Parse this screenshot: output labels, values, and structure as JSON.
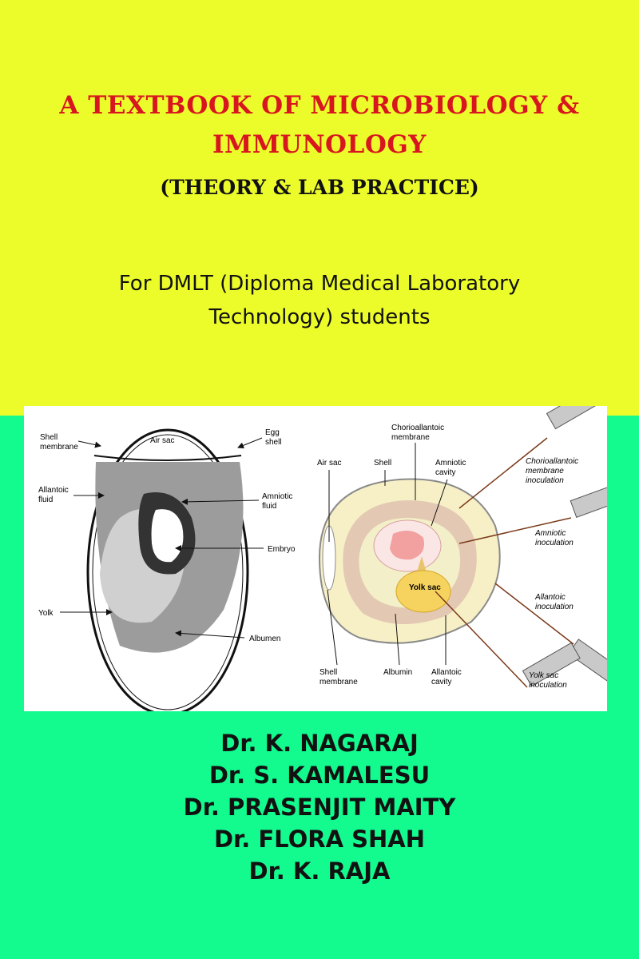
{
  "cover": {
    "title_line1": "A TEXTBOOK OF MICROBIOLOGY &",
    "title_line2": "IMMUNOLOGY",
    "subtitle": "(THEORY & LAB PRACTICE)",
    "audience_line1": "For DMLT (Diploma Medical Laboratory",
    "audience_line2": "Technology) students",
    "colors": {
      "top_band": "#ecfc2a",
      "bottom_band": "#13fb8f",
      "title": "#d8161f"
    }
  },
  "figure_left": {
    "labels": {
      "shell_membrane": "Shell\nmembrane",
      "air_sac": "Air sac",
      "egg_shell": "Egg\nshell",
      "allantoic_fluid": "Allantoic\nfluid",
      "amniotic_fluid": "Amniotic\nfluid",
      "embryo": "Embryo",
      "yolk": "Yolk",
      "albumen": "Albumen"
    }
  },
  "figure_right": {
    "labels": {
      "chorioallantoic_membrane": "Chorioallantoic\nmembrane",
      "air_sac": "Air sac",
      "shell": "Shell",
      "amniotic_cavity": "Amniotic\ncavity",
      "cam_inoculation": "Chorioallantoic\nmembrane\ninoculation",
      "amniotic_inoculation": "Amniotic\ninoculation",
      "yolk_sac": "Yolk sac",
      "allantoic_inoculation": "Allantoic\ninoculation",
      "shell_membrane": "Shell\nmembrane",
      "albumin": "Albumin",
      "allantoic_cavity": "Allantoic\ncavity",
      "yolk_sac_inoculation": "Yolk sac\ninoculation"
    }
  },
  "authors": [
    "Dr. K. NAGARAJ",
    "Dr. S. KAMALESU",
    "Dr. PRASENJIT MAITY",
    "Dr. FLORA SHAH",
    "Dr. K. RAJA"
  ]
}
